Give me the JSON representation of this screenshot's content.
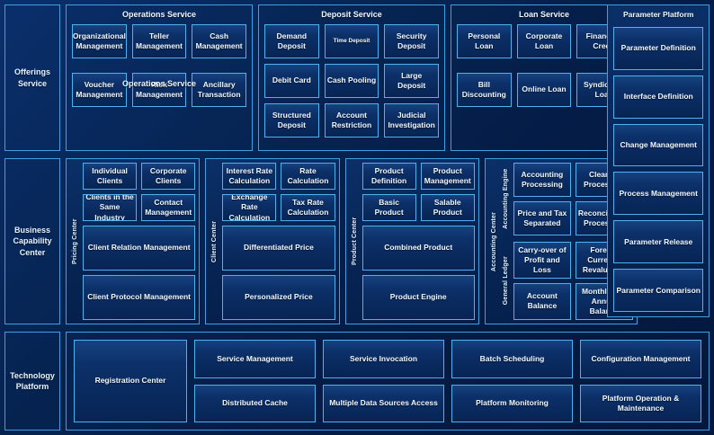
{
  "colors": {
    "background": "#041c4a",
    "panel_border": "#3f9fe0",
    "tile_border": "#4fb2ef",
    "text": "#f0f7ff"
  },
  "rows": [
    {
      "stub": "Offerings\nService",
      "stub_label": "Offerings Service",
      "groups": [
        {
          "title": "Operations Service",
          "overlay_label": "Operations Service",
          "tiles": [
            "Organizational Management",
            "Teller Management",
            "Cash Management",
            "Voucher Management",
            "Risk Management",
            "Ancillary Transaction"
          ]
        },
        {
          "title": "Deposit Service",
          "tiles": [
            "Demand Deposit",
            "Time Deposit",
            "Security Deposit",
            "Debit Card",
            "Cash Pooling",
            "Large Deposit",
            "Structured Deposit",
            "Account Restriction",
            "Judicial Investigation"
          ]
        },
        {
          "title": "Loan Service",
          "tiles": [
            "Personal Loan",
            "Corporate Loan",
            "Financing Credit",
            "Bill Discounting",
            "Online Loan",
            "Syndicated Loan"
          ]
        }
      ]
    },
    {
      "stub": "Business\nCapability\nCenter",
      "stub_label": "Business Capability Center",
      "panels": [
        {
          "vlabel": "Pricing Center",
          "pairs": [
            "Individual Clients",
            "Corporate Clients",
            "Clients in the Same Industry",
            "Contact Management"
          ],
          "wide": [
            "Client Relation Management",
            "Client Protocol Management"
          ]
        },
        {
          "vlabel": "Client Center",
          "pairs": [
            "Interest Rate Calculation",
            "Rate Calculation",
            "Exchange Rate Calculation",
            "Tax Rate Calculation"
          ],
          "wide": [
            "Differentiated Price",
            "Personalized Price"
          ]
        },
        {
          "vlabel": "Product Center",
          "pairs": [
            "Product Definition",
            "Product Management",
            "Basic Product",
            "Salable Product"
          ],
          "wide": [
            "Combined Product",
            "Product Engine"
          ]
        }
      ],
      "accounting": {
        "outer_label": "Accounting Center",
        "subgroups": [
          {
            "label": "Accounting Engine",
            "tiles": [
              "Accounting Processing",
              "Clearing Processing",
              "Price and Tax Separated",
              "Reconciliation Processing"
            ]
          },
          {
            "label": "General  Ledger",
            "tiles": [
              "Carry-over of Profit and Loss",
              "Foreign Currency Revaluation",
              "Account Balance",
              "Monthly and Annual Balance"
            ]
          }
        ]
      }
    },
    {
      "stub": "Technology\nPlatform",
      "stub_label": "Technology Platform",
      "big_tile": "Registration Center",
      "columns": [
        [
          "Service Management",
          "Distributed Cache"
        ],
        [
          "Service Invocation",
          "Multiple Data Sources Access"
        ],
        [
          "Batch Scheduling",
          "Platform Monitoring"
        ],
        [
          "Configuration Management",
          "Platform Operation & Maintenance"
        ]
      ]
    }
  ],
  "rail": {
    "title": "Parameter\nPlatform",
    "title_label": "Parameter Platform",
    "items": [
      "Parameter Definition",
      "Interface Definition",
      "Change Management",
      "Process Management",
      "Parameter Release",
      "Parameter Comparison"
    ]
  }
}
